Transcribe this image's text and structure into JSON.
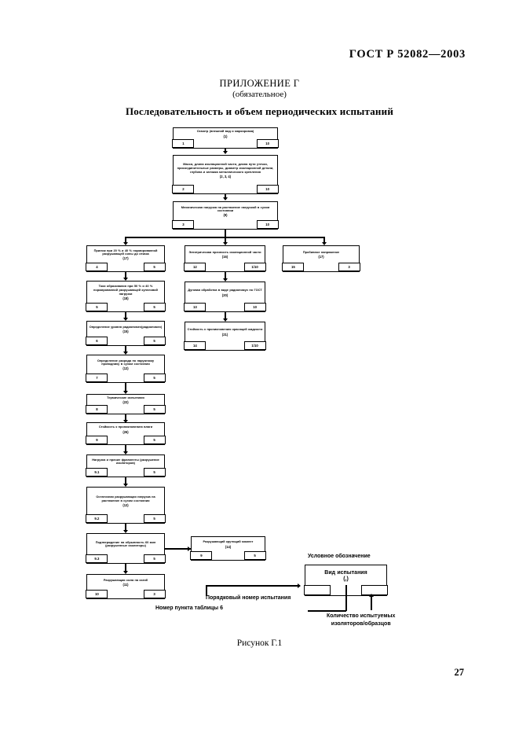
{
  "document": {
    "standard_header": "ГОСТ Р 52082—2003",
    "appendix_title": "ПРИЛОЖЕНИЕ Г",
    "appendix_subtitle": "(обязательное)",
    "section_title": "Последовательность и объем периодических испытаний",
    "figure_caption": "Рисунок Г.1",
    "page_number": "27"
  },
  "flowchart": {
    "nodes": [
      {
        "id": "n1",
        "text": "Осмотр (внешний вид и маркировка)",
        "ref": "(1)",
        "left_cell": "1",
        "right_cell": "10"
      },
      {
        "id": "n2",
        "text": "Масса, длина изоляционной части, длина пути утечки, присоединительные размеры, диаметр изоляционной детали, глубина и затяжка металлического крепления",
        "ref": "(2, 3, 4)",
        "left_cell": "2",
        "right_cell": "10"
      },
      {
        "id": "n3",
        "text": "Механическая нагрузка на растяжение нагрузкой в сухом состоянии",
        "ref": "(9)",
        "left_cell": "3",
        "right_cell": "10"
      },
      {
        "id": "n4",
        "text": "Прилож при 20 % и 40 % нормированной разрушающей силы до отказа",
        "ref": "(17)",
        "left_cell": "4",
        "right_cell": "5"
      },
      {
        "id": "n5",
        "text": "Токи образования при 50 % и 40 % нормированной разрушающей купеловой нагрузки",
        "ref": "(18)",
        "left_cell": "5",
        "right_cell": "5"
      },
      {
        "id": "n6",
        "text": "Определение уровня радиопомех(радиопомех)",
        "ref": "(15)",
        "left_cell": "6",
        "right_cell": "5"
      },
      {
        "id": "n7",
        "text": "Определение разряда по наружному проводнику в сухом состоянии",
        "ref": "(12)",
        "left_cell": "7",
        "right_cell": "5"
      },
      {
        "id": "n8",
        "text": "Термические испытания",
        "ref": "(22)",
        "left_cell": "8",
        "right_cell": "5"
      },
      {
        "id": "n9",
        "text": "Стойкость к проникновению влаги",
        "ref": "(26)",
        "left_cell": "9",
        "right_cell": "5"
      },
      {
        "id": "n10",
        "text": "Нагрузка и прочие фрагменты (разрушение изоляторов)",
        "ref": "",
        "left_cell": "9.1",
        "right_cell": "5"
      },
      {
        "id": "n11",
        "text": "Остаточная разрушающая нагрузка на растяжение в сухом состоянии",
        "ref": "(12)",
        "left_cell": "9.2",
        "right_cell": "5"
      },
      {
        "id": "n12",
        "text": "Подтверждение на обрывность 60 мин (разрушенные изоляторы)",
        "ref": "",
        "left_cell": "9.3",
        "right_cell": "5"
      },
      {
        "id": "n13",
        "text": "Разрушающая сила на изгиб",
        "ref": "(11)",
        "left_cell": "10",
        "right_cell": "3"
      },
      {
        "id": "n14",
        "text": "Электрическая прочность изоляционной части",
        "ref": "(16)",
        "left_cell": "12",
        "right_cell": "1/10"
      },
      {
        "id": "n15",
        "text": "Дуговая обработка в виде радиопомух по ГОСТ",
        "ref": "(20)",
        "left_cell": "13",
        "right_cell": "10"
      },
      {
        "id": "n16",
        "text": "Стойкость к проникновению красящей жидкости",
        "ref": "(21)",
        "left_cell": "14",
        "right_cell": "1/10"
      },
      {
        "id": "n17",
        "text": "Пробивное напряжение",
        "ref": "(17)",
        "left_cell": "15",
        "right_cell": "3"
      },
      {
        "id": "n18",
        "text": "Разрушающий крутящий момент",
        "ref": "(14)",
        "left_cell": "9",
        "right_cell": "5"
      }
    ]
  },
  "legend": {
    "title": "Условное обозначение",
    "box_text": "Вид испытания",
    "box_ref": "(,)",
    "label_order_number": "Порядковый номер испытания",
    "label_table_item": "Номер пункта таблицы 6",
    "label_quantity": "Количество испытуемых\nизоляторов/образцов"
  }
}
